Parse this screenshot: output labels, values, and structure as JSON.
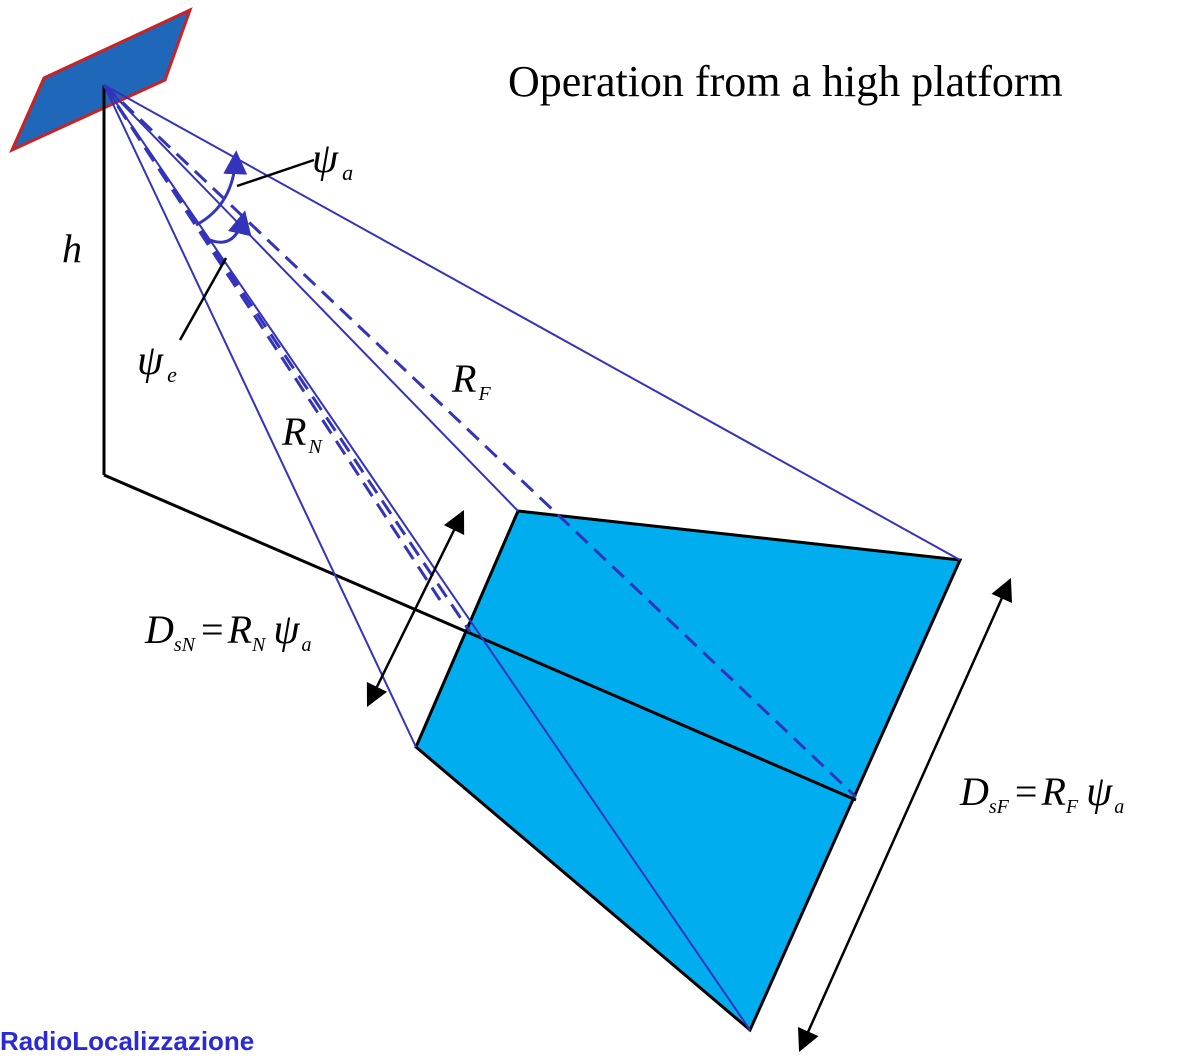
{
  "title": "Operation from a high platform",
  "labels": {
    "h": "h",
    "psi_a": {
      "main": "ψ",
      "sub": "a"
    },
    "psi_e": {
      "main": "ψ",
      "sub": "e"
    },
    "R_F": {
      "main": "R",
      "sub": "F"
    },
    "R_N": {
      "main": "R",
      "sub": "N"
    },
    "D_sN": {
      "lhs": "D",
      "lhs_sub": "sN",
      "eq": "=",
      "r": "R",
      "r_sub": "N",
      "psi": "ψ",
      "psi_sub": "a"
    },
    "D_sF": {
      "lhs": "D",
      "lhs_sub": "sF",
      "eq": "=",
      "r": "R",
      "r_sub": "F",
      "psi": "ψ",
      "psi_sub": "a"
    }
  },
  "footer": "RadioLocalizzazione",
  "colors": {
    "antenna_fill": "#1F67B9",
    "antenna_border": "#CC2222",
    "footprint_fill": "#00AEEF",
    "beam_lines": "#3333BB",
    "footer_text": "#2B2BD6"
  }
}
